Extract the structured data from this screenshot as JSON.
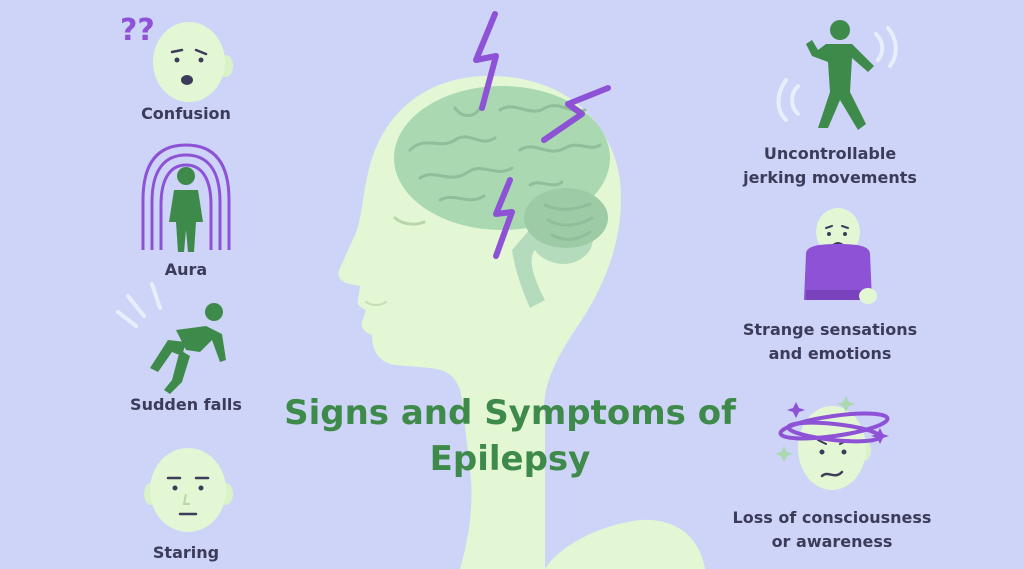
{
  "colors": {
    "background": "#cdd4f7",
    "head": "#e4f7d4",
    "brain": "#a9d8b1",
    "figure_green": "#3e8a4a",
    "lightning_purple": "#8e52d6",
    "label_text": "#3c3c5a",
    "title_green": "#3e8a4a"
  },
  "title": {
    "line1": "Signs and Symptoms of",
    "line2": "Epilepsy"
  },
  "symptoms": {
    "confusion": "Confusion",
    "aura": "Aura",
    "sudden_falls": "Sudden falls",
    "staring": "Staring",
    "jerking_line1": "Uncontrollable",
    "jerking_line2": "jerking movements",
    "sensations_line1": "Strange sensations",
    "sensations_line2": "and emotions",
    "consciousness_line1": "Loss of consciousness",
    "consciousness_line2": "or awareness"
  },
  "decor": {
    "question_marks": "??"
  },
  "icons": [
    "confused-face-icon",
    "aura-person-icon",
    "falling-person-icon",
    "staring-face-icon",
    "jerking-person-icon",
    "hugging-person-icon",
    "dizzy-face-icon",
    "brain-icon",
    "lightning-bolt-icon"
  ]
}
